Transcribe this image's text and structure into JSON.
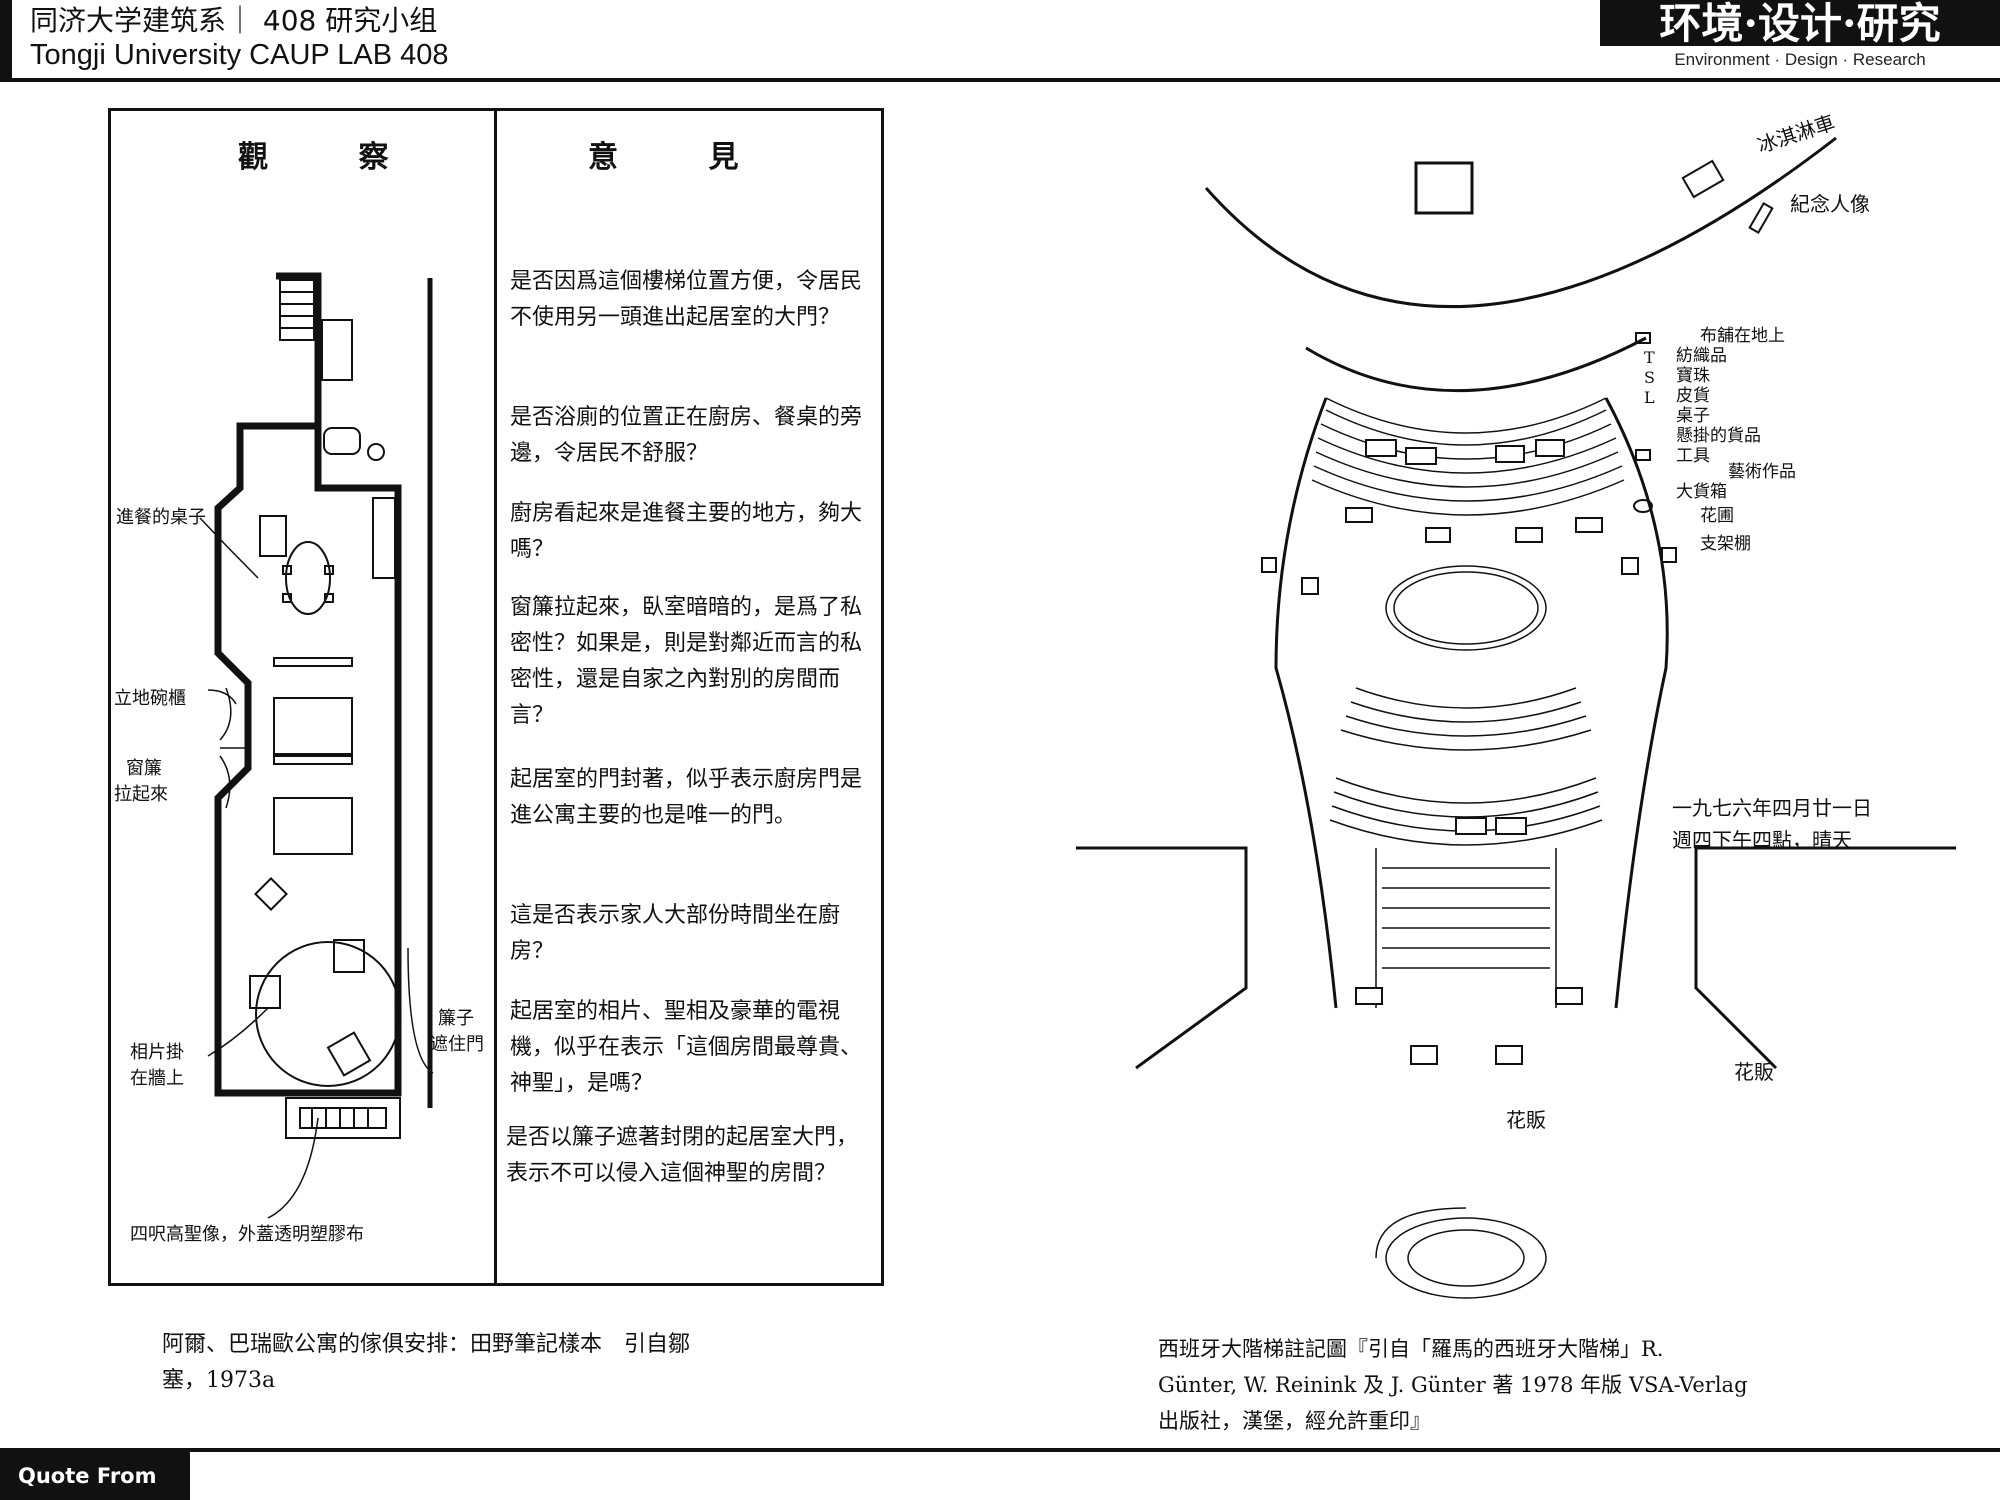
{
  "header": {
    "line1": "同济大学建筑系｜ 408 研究小组",
    "line2": "Tongji University CAUP  LAB 408",
    "brand_title": "环境·设计·研究",
    "brand_subtitle": "Environment · Design · Research"
  },
  "left_page": {
    "col_observe": "觀 察",
    "col_opinion": "意 見",
    "questions": [
      "是否因爲這個樓梯位置方便，令居民不使用另一頭進出起居室的大門？",
      "是否浴廁的位置正在廚房、餐桌的旁邊，令居民不舒服？",
      "廚房看起來是進餐主要的地方，夠大嗎？",
      "窗簾拉起來，臥室暗暗的，是爲了私密性？如果是，則是對鄰近而言的私密性，還是自家之內對別的房間而言？",
      "起居室的門封著，似乎表示廚房門是進公寓主要的也是唯一的門。",
      "這是否表示家人大部份時間坐在廚房？",
      "起居室的相片、聖相及豪華的電視機，似乎在表示「這個房間最尊貴、神聖」，是嗎？",
      "是否以簾子遮著封閉的起居室大門，表示不可以侵入這個神聖的房間？"
    ],
    "plan_labels": {
      "dining_table": "進餐的桌子",
      "cupboard": "立地碗櫃",
      "curtain_1": "窗簾",
      "curtain_2": "拉起來",
      "photos_1": "相片掛",
      "photos_2": "在牆上",
      "curtain_door_1": "簾子",
      "curtain_door_2": "遮住門",
      "statue": "四呎高聖像，外蓋透明塑膠布"
    },
    "caption_1": "阿爾、巴瑞歐公寓的傢俱安排：田野筆記樣本　引自鄒",
    "caption_2": "塞，1973a"
  },
  "right_page": {
    "labels": {
      "ice_cream": "冰淇淋車",
      "portrait": "紀念人像",
      "spread": "布舖在地上",
      "t_label": "紡織品",
      "s_label": "寶珠",
      "l_label": "皮貨",
      "table": "桌子",
      "hanging": "懸掛的貨品",
      "tools": "工具",
      "art": "藝術作品",
      "box": "大貨箱",
      "flowerbed": "花圃",
      "shed": "支架棚",
      "date_1": "一九七六年四月廿一日",
      "date_2": "週四下午四點，晴天",
      "flower_seller_1": "花販",
      "flower_seller_2": "花販",
      "key_t": "T",
      "key_s": "S",
      "key_l": "L"
    },
    "caption_1": "西班牙大階梯註記圖『引自「羅馬的西班牙大階梯」R.",
    "caption_2": "Günter, W. Reinink 及 J. Günter 著 1978 年版 VSA-Verlag",
    "caption_3": "出版社，漢堡，經允許重印』"
  },
  "footer": {
    "quote_label": "Quote From"
  }
}
